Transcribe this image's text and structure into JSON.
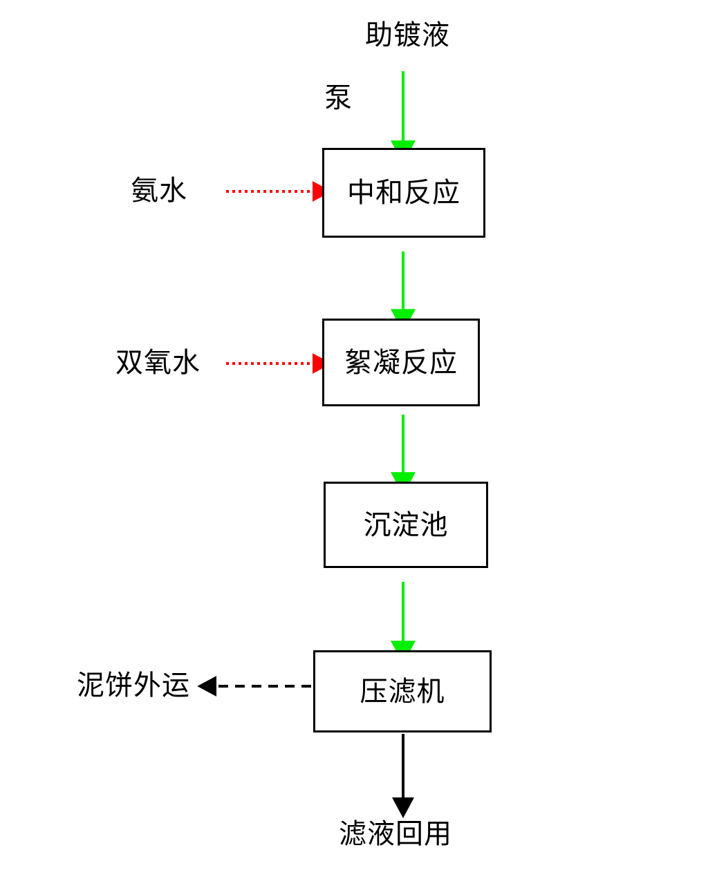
{
  "diagram": {
    "title_text": "助镀液",
    "pump_label": "泵",
    "bottom_output": "滤液回用",
    "sludge_output": "泥饼外运",
    "colors": {
      "flow_arrow_green": "#00EE00",
      "reagent_arrow_red": "#FF0000",
      "waste_arrow_black": "#000000",
      "box_border": "#000000",
      "background": "#FFFFFF"
    },
    "process_boxes": [
      {
        "label": "中和反应",
        "order": 1
      },
      {
        "label": "絮凝反应",
        "order": 2
      },
      {
        "label": "沉淀池",
        "order": 3
      },
      {
        "label": "压滤机",
        "order": 4
      }
    ],
    "reagent_inputs": [
      {
        "label": "氨水",
        "target": "中和反应",
        "style": "dotted",
        "color": "#FF0000"
      },
      {
        "label": "双氧水",
        "target": "絮凝反应",
        "style": "dotted",
        "color": "#FF0000"
      }
    ],
    "outputs": [
      {
        "label": "泥饼外运",
        "source": "压滤机",
        "style": "dashed",
        "color": "#000000",
        "direction": "left"
      },
      {
        "label": "滤液回用",
        "source": "压滤机",
        "style": "solid",
        "color": "#000000",
        "direction": "down"
      }
    ],
    "flow_arrows": [
      {
        "from": "助镀液",
        "to": "中和反应",
        "color": "#00EE00",
        "style": "solid"
      },
      {
        "from": "中和反应",
        "to": "絮凝反应",
        "color": "#00EE00",
        "style": "solid"
      },
      {
        "from": "絮凝反应",
        "to": "沉淀池",
        "color": "#00EE00",
        "style": "solid"
      },
      {
        "from": "沉淀池",
        "to": "压滤机",
        "color": "#00EE00",
        "style": "solid"
      }
    ]
  }
}
